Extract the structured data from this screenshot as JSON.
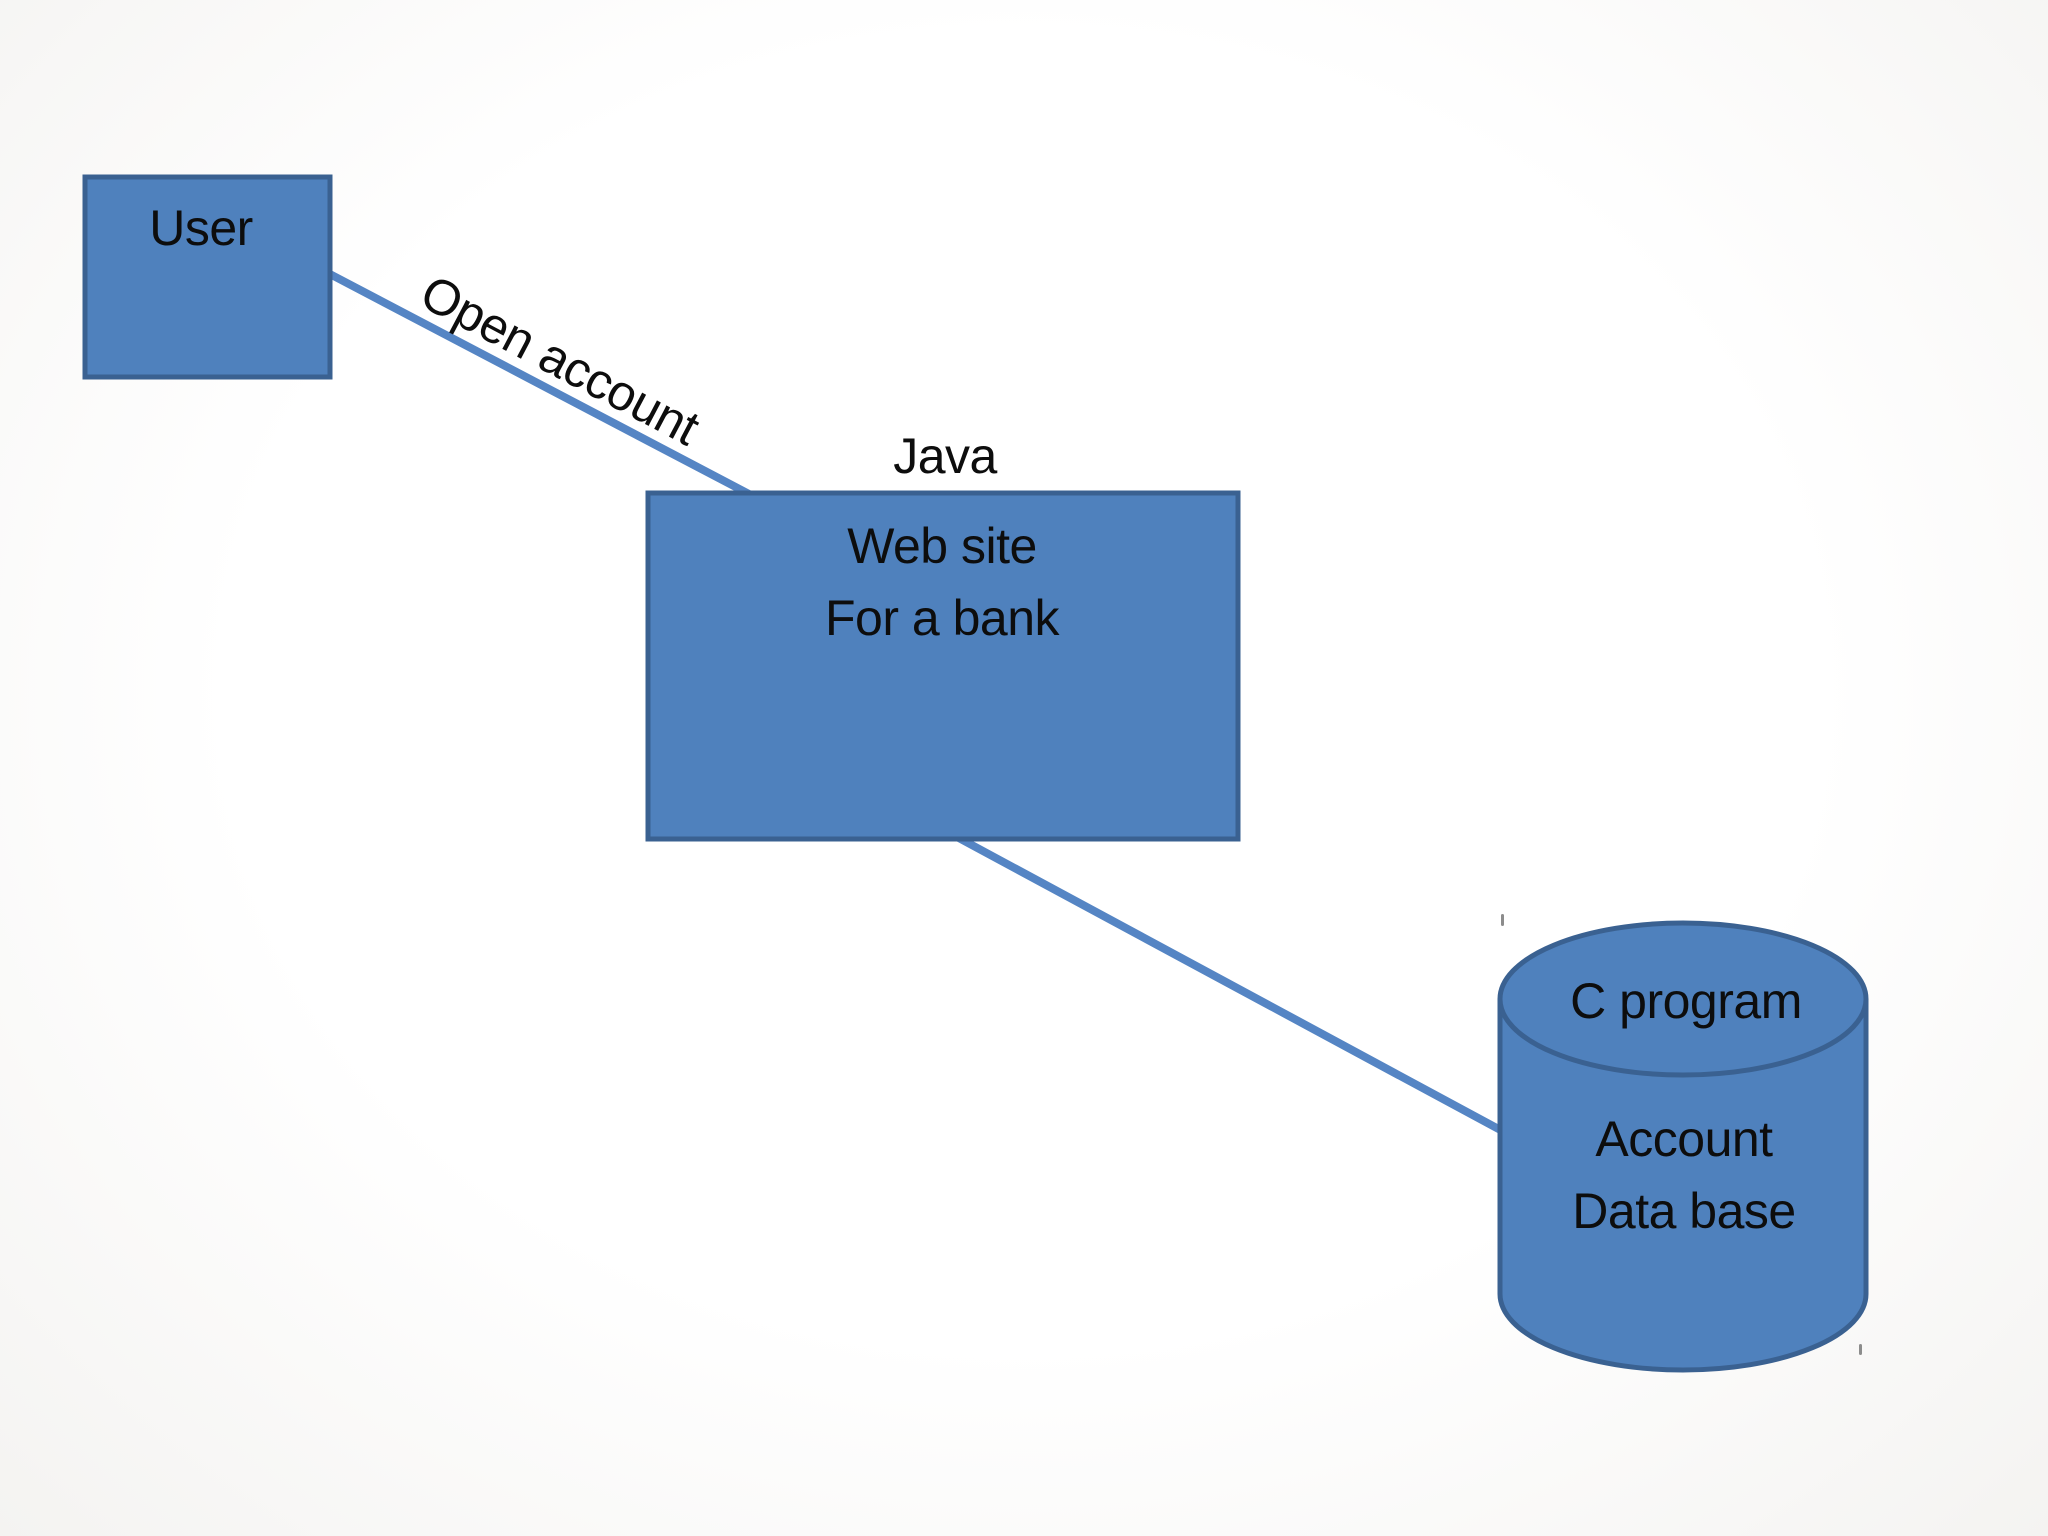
{
  "colors": {
    "background": "#fbfafa",
    "shape_fill": "#4f81bd",
    "shape_stroke": "#3a6191",
    "connector": "#5585c4",
    "text": "#0d0d0d",
    "artifact": "#8c8c8c"
  },
  "nodes": {
    "user": {
      "label": "User"
    },
    "website": {
      "tech_label": "Java",
      "line1": "Web site",
      "line2": "For a bank"
    },
    "database": {
      "top_label": "C program",
      "line1": "Account",
      "line2": "Data base"
    }
  },
  "connectors": {
    "user_to_website": {
      "label": "Open account"
    }
  }
}
